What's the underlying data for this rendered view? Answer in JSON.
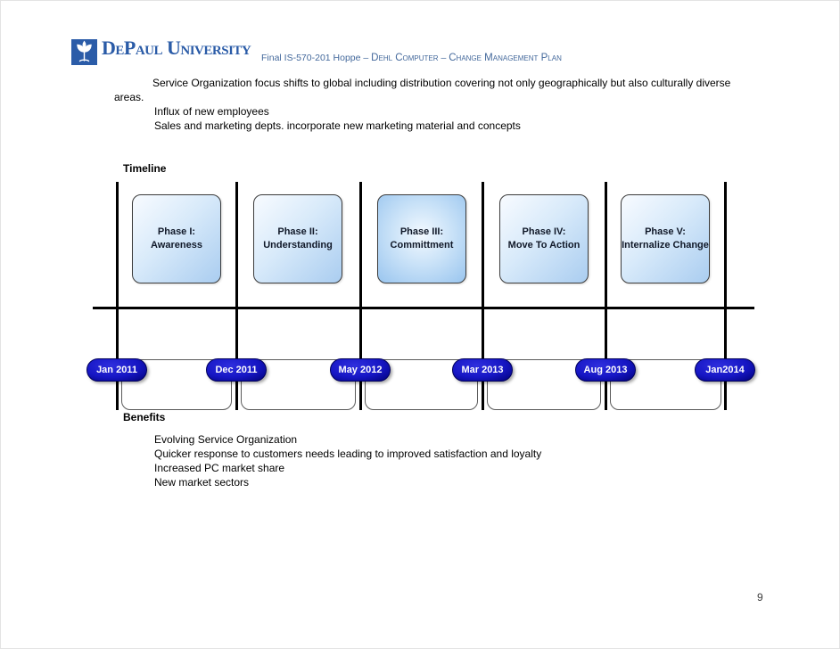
{
  "header": {
    "logo": {
      "institution": "DePaul University",
      "brand_blue": "#2b5ca8"
    },
    "doc_title": {
      "prefix": "Final IS-570-201 Hoppe – ",
      "smallcaps_1": "Dehl Computer",
      "separator": " – ",
      "smallcaps_2": "Change Management Plan",
      "color": "#44699c"
    }
  },
  "intro": {
    "line1": "Service Organization focus shifts to global including distribution covering not only geographically but also culturally diverse",
    "line2": "areas.",
    "line3": "Influx of new employees",
    "line4": "Sales and marketing depts. incorporate new marketing material and concepts"
  },
  "timeline": {
    "heading": "Timeline",
    "phases": [
      {
        "line1": "Phase I:",
        "line2": "Awareness"
      },
      {
        "line1": "Phase II:",
        "line2": "Understanding"
      },
      {
        "line1": "Phase III:",
        "line2": "Committment"
      },
      {
        "line1": "Phase IV:",
        "line2": "Move To Action"
      },
      {
        "line1": "Phase V:",
        "line2": "Internalize Change"
      }
    ],
    "dates": [
      "Jan 2011",
      "Dec 2011",
      "May 2012",
      "Mar 2013",
      "Aug 2013",
      "Jan2014"
    ],
    "pill_color": "#1616c4",
    "box_fill_light": "#aacdf0"
  },
  "benefits": {
    "heading": "Benefits",
    "items": [
      "Evolving Service Organization",
      "Quicker response to customers needs leading to improved satisfaction and loyalty",
      "Increased PC market share",
      "New market sectors"
    ]
  },
  "footer": {
    "page_number": "9"
  }
}
